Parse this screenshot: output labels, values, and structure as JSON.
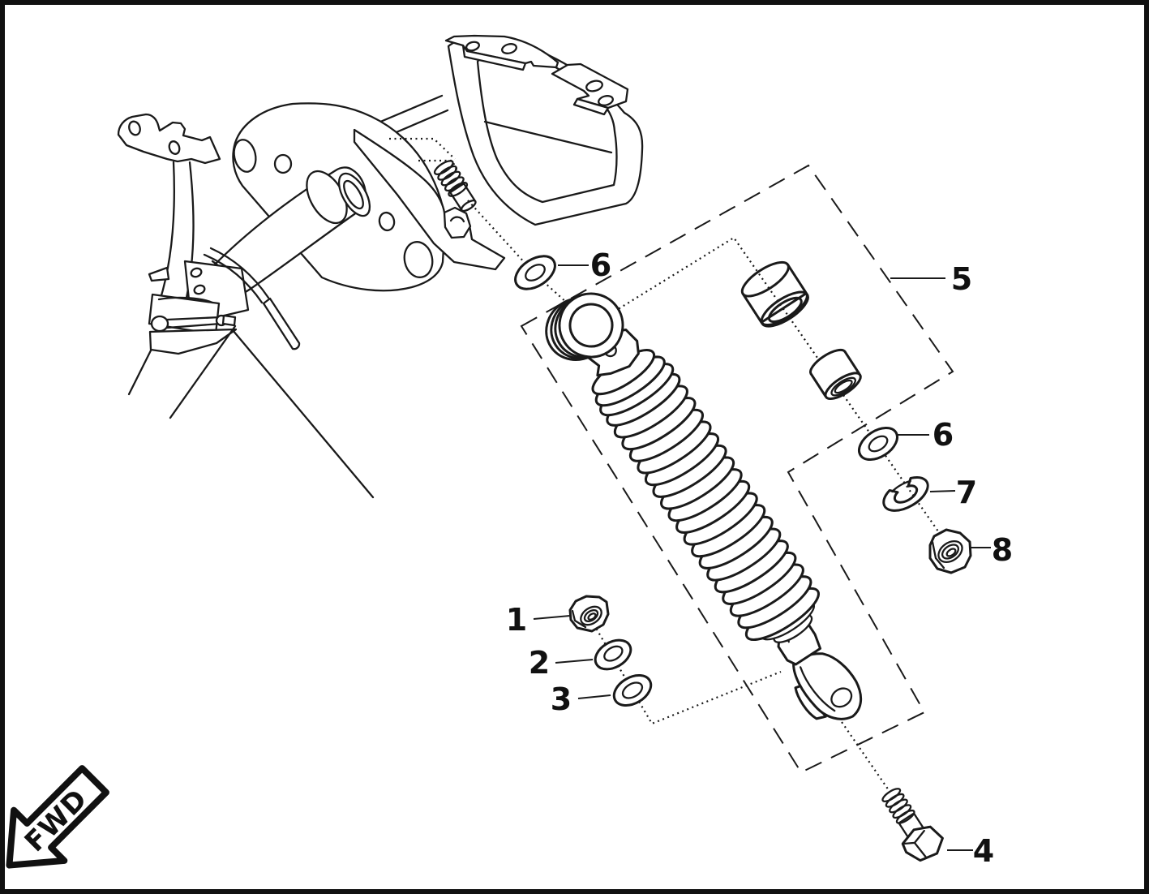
{
  "diagram": {
    "kind": "exploded-parts-diagram",
    "fwd_label": "FWD",
    "callouts": [
      {
        "id": "callout-6-upper",
        "text": "6"
      },
      {
        "id": "callout-5",
        "text": "5"
      },
      {
        "id": "callout-6-right",
        "text": "6"
      },
      {
        "id": "callout-7",
        "text": "7"
      },
      {
        "id": "callout-8",
        "text": "8"
      },
      {
        "id": "callout-1",
        "text": "1"
      },
      {
        "id": "callout-2",
        "text": "2"
      },
      {
        "id": "callout-3",
        "text": "3"
      },
      {
        "id": "callout-4",
        "text": "4"
      }
    ]
  },
  "colors": {
    "line": "#1a1a1a",
    "background": "#ffffff",
    "bushing_body": "#dedede",
    "bushing_face": "#ebebeb",
    "bushing_bore": "#b9b9b9"
  }
}
